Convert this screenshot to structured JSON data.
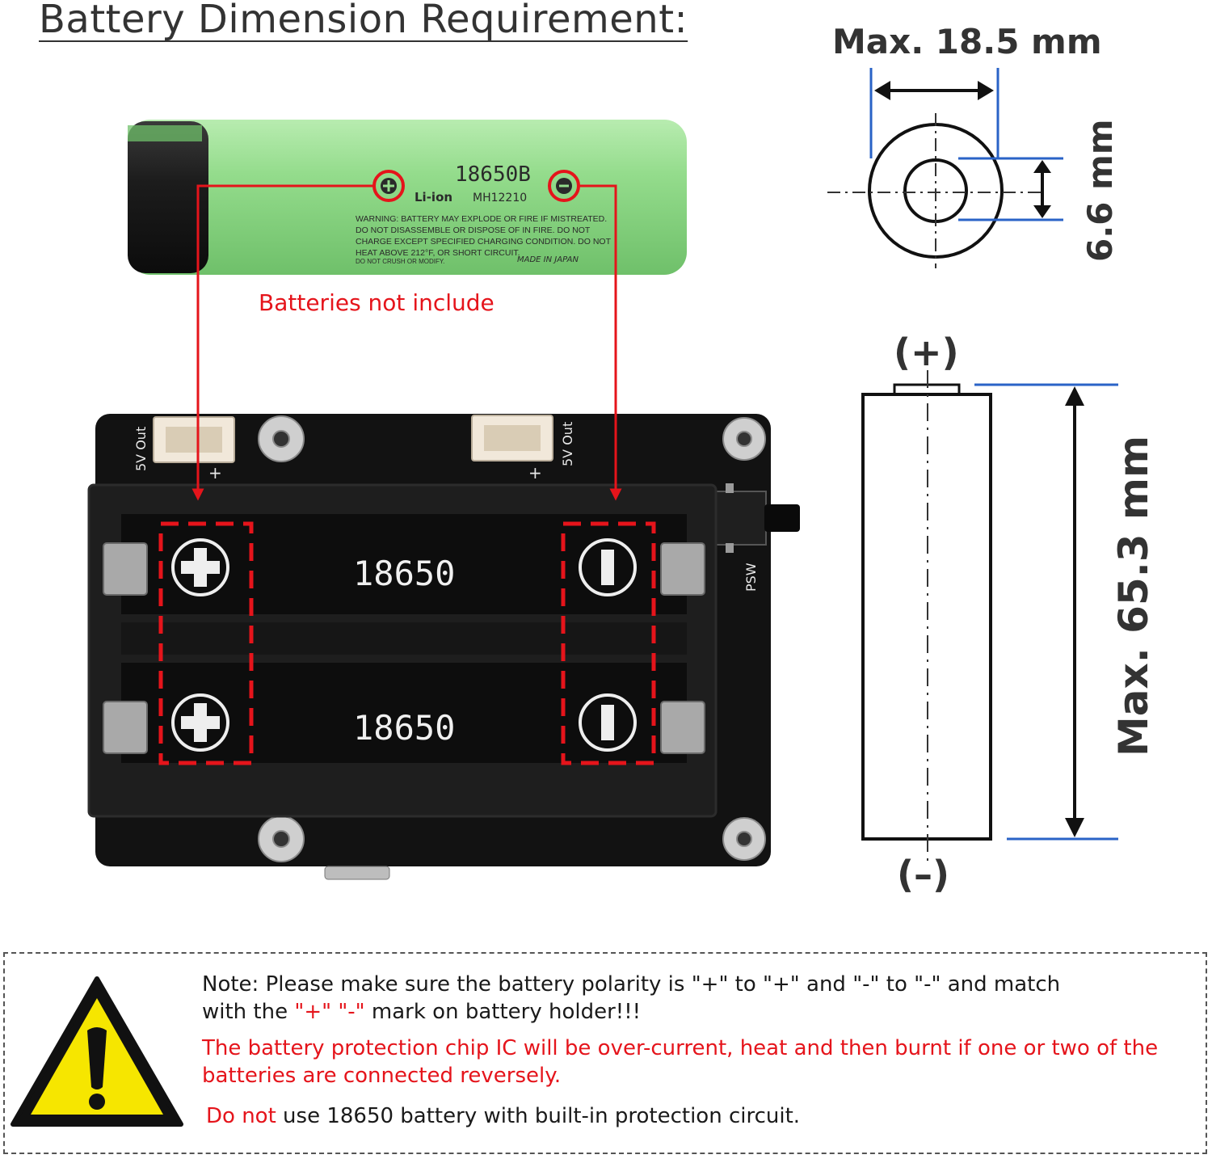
{
  "title": "Battery Dimension Requirement:",
  "battery": {
    "model": "18650B",
    "chem": "Li-ion",
    "code": "MH12210",
    "warning_lines": [
      "WARNING: BATTERY MAY EXPLODE OR FIRE IF MISTREATED.",
      "DO NOT DISASSEMBLE OR DISPOSE OF IN FIRE. DO NOT",
      "CHARGE EXCEPT SPECIFIED CHARGING CONDITION. DO NOT",
      "HEAT ABOVE 212°F, OR SHORT CIRCUIT.",
      "DO NOT CRUSH OR MODIFY."
    ],
    "origin": "MADE IN JAPAN",
    "not_included": "Batteries not include"
  },
  "board": {
    "out_left": "5V Out",
    "out_right": "5V Out",
    "slot_top": "18650",
    "slot_bottom": "18650",
    "switch": "PSW",
    "plus": "+",
    "minus": "−"
  },
  "dimensions": {
    "diameter": "Max. 18.5 mm",
    "terminal": "6.6 mm",
    "length": "Max. 65.3 mm",
    "pos_terminal": "(+)",
    "neg_terminal": "(–)"
  },
  "notes": {
    "line1_a": "Note: Please make sure the battery polarity is \"+\" to \"+\" and \"-\" to \"-\" and match",
    "line1_b_pre": "with the ",
    "line1_b_plus": "\"+\"",
    "line1_b_minus": "\"-\"",
    "line1_b_post": " mark on battery holder!!!",
    "line2": "The battery protection chip IC will be over-current, heat and then burnt if one or two of the batteries are connected reversely.",
    "line3_red": "Do not",
    "line3_rest": " use 18650 battery with built-in protection circuit."
  },
  "colors": {
    "accent_red": "#e5141b",
    "battery_green": "#8fd88a",
    "board_black": "#111111",
    "dim_blue": "#2a63c7"
  }
}
